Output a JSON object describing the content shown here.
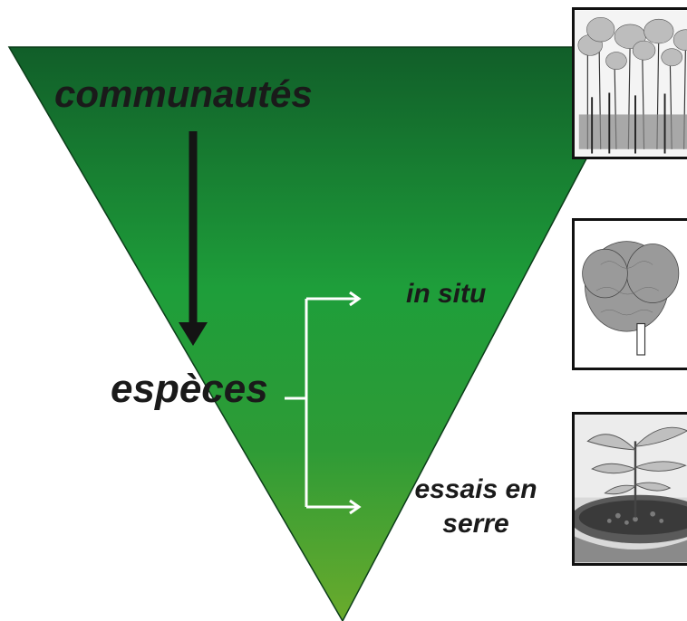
{
  "labels": {
    "communautes": "communautés",
    "especes": "espèces",
    "in_situ": "in situ",
    "essais_en_serre": "essais en serre"
  },
  "colors": {
    "triangle_top": "#115e29",
    "triangle_mid": "#1e9e3a",
    "triangle_bottom": "#6aab2c",
    "arrow_dark": "#141414",
    "arrow_light": "#ffffff"
  },
  "images": [
    {
      "name": "forest-image",
      "depicts": "forest"
    },
    {
      "name": "tree-image",
      "depicts": "tree"
    },
    {
      "name": "seedling-image",
      "depicts": "seedling-in-pot"
    }
  ]
}
